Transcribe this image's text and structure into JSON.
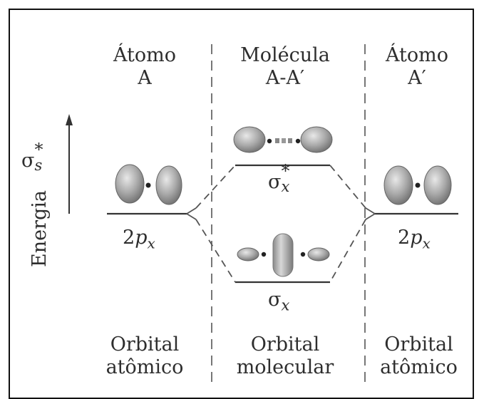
{
  "columns": [
    {
      "line1": "Átomo",
      "line2": "A",
      "footer1": "Orbital",
      "footer2": "atômico"
    },
    {
      "line1": "Molécula",
      "line2": "A-A′",
      "footer1": "Orbital",
      "footer2": "molecular"
    },
    {
      "line1": "Átomo",
      "line2": "A′",
      "footer1": "Orbital",
      "footer2": "atômico"
    }
  ],
  "axis": {
    "label": "Energia"
  },
  "left_symbol": {
    "base": "σ",
    "sup": "*",
    "sub": "s"
  },
  "levels": {
    "left": {
      "num": "2",
      "var": "p",
      "sub": "x"
    },
    "right": {
      "num": "2",
      "var": "p",
      "sub": "x"
    },
    "antibonding": {
      "base": "σ",
      "sup": "*",
      "sub": "x"
    },
    "bonding": {
      "base": "σ",
      "sub": "x"
    }
  }
}
